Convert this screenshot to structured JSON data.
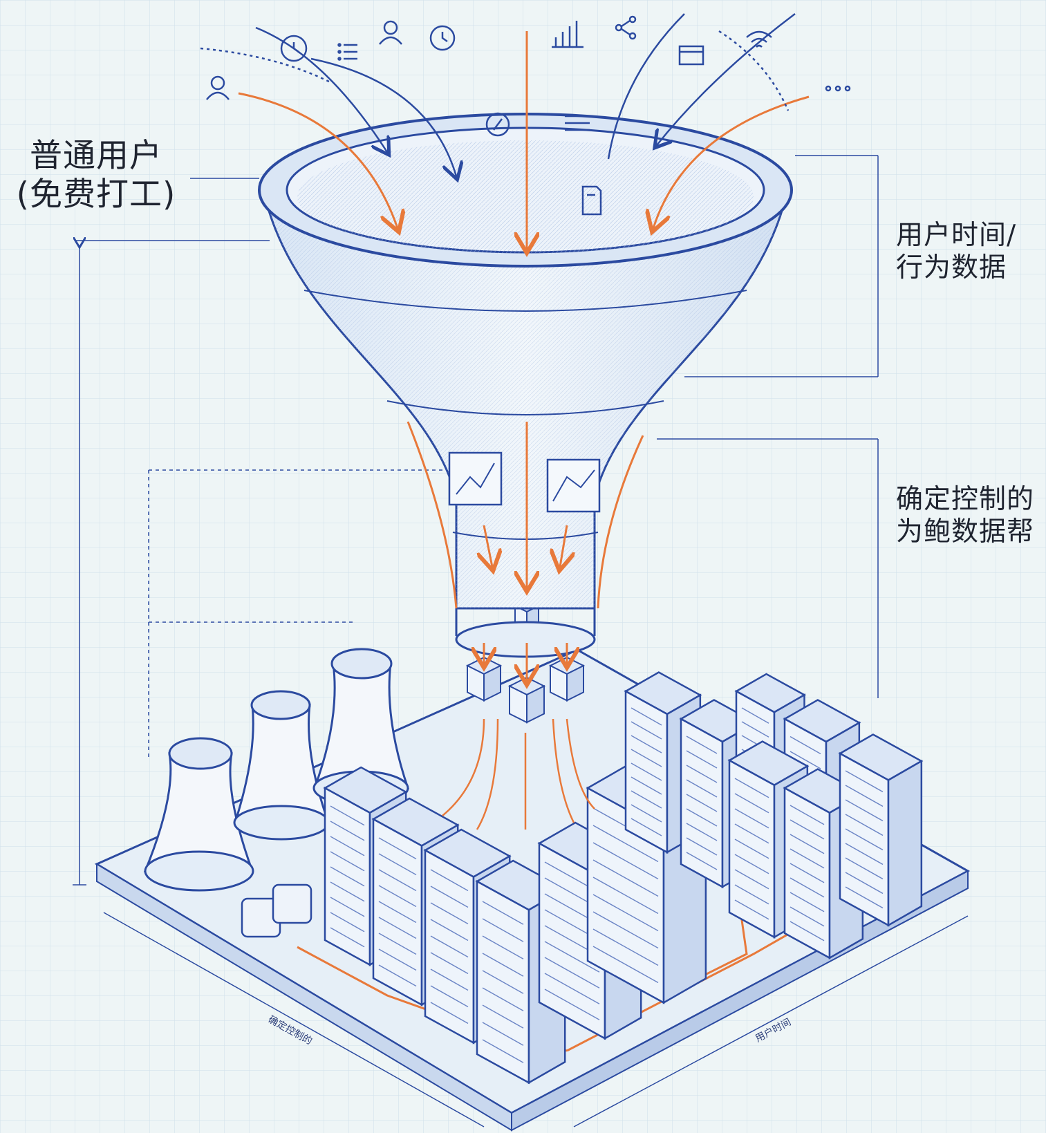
{
  "labels": {
    "left": "普通用户\n(免费打工)",
    "right_top": "用户时间/\n行为数据",
    "right_bottom": "确定控制的\n为鲍数据帮"
  },
  "dimension_labels": {
    "left_edge": "确定控制的",
    "right_edge": "用户时间"
  },
  "icons": [
    "user-icon",
    "clock-icon",
    "list-icon",
    "user-icon",
    "clock-icon",
    "bar-chart-icon",
    "share-icon",
    "calendar-icon",
    "wifi-icon",
    "more-icon",
    "compass-icon",
    "sliders-icon",
    "document-icon"
  ],
  "colors": {
    "background": "#eef5f6",
    "grid": "#c9dbe8",
    "ink": "#2b4aa0",
    "accent_orange": "#e8793a",
    "text": "#1f2430"
  }
}
